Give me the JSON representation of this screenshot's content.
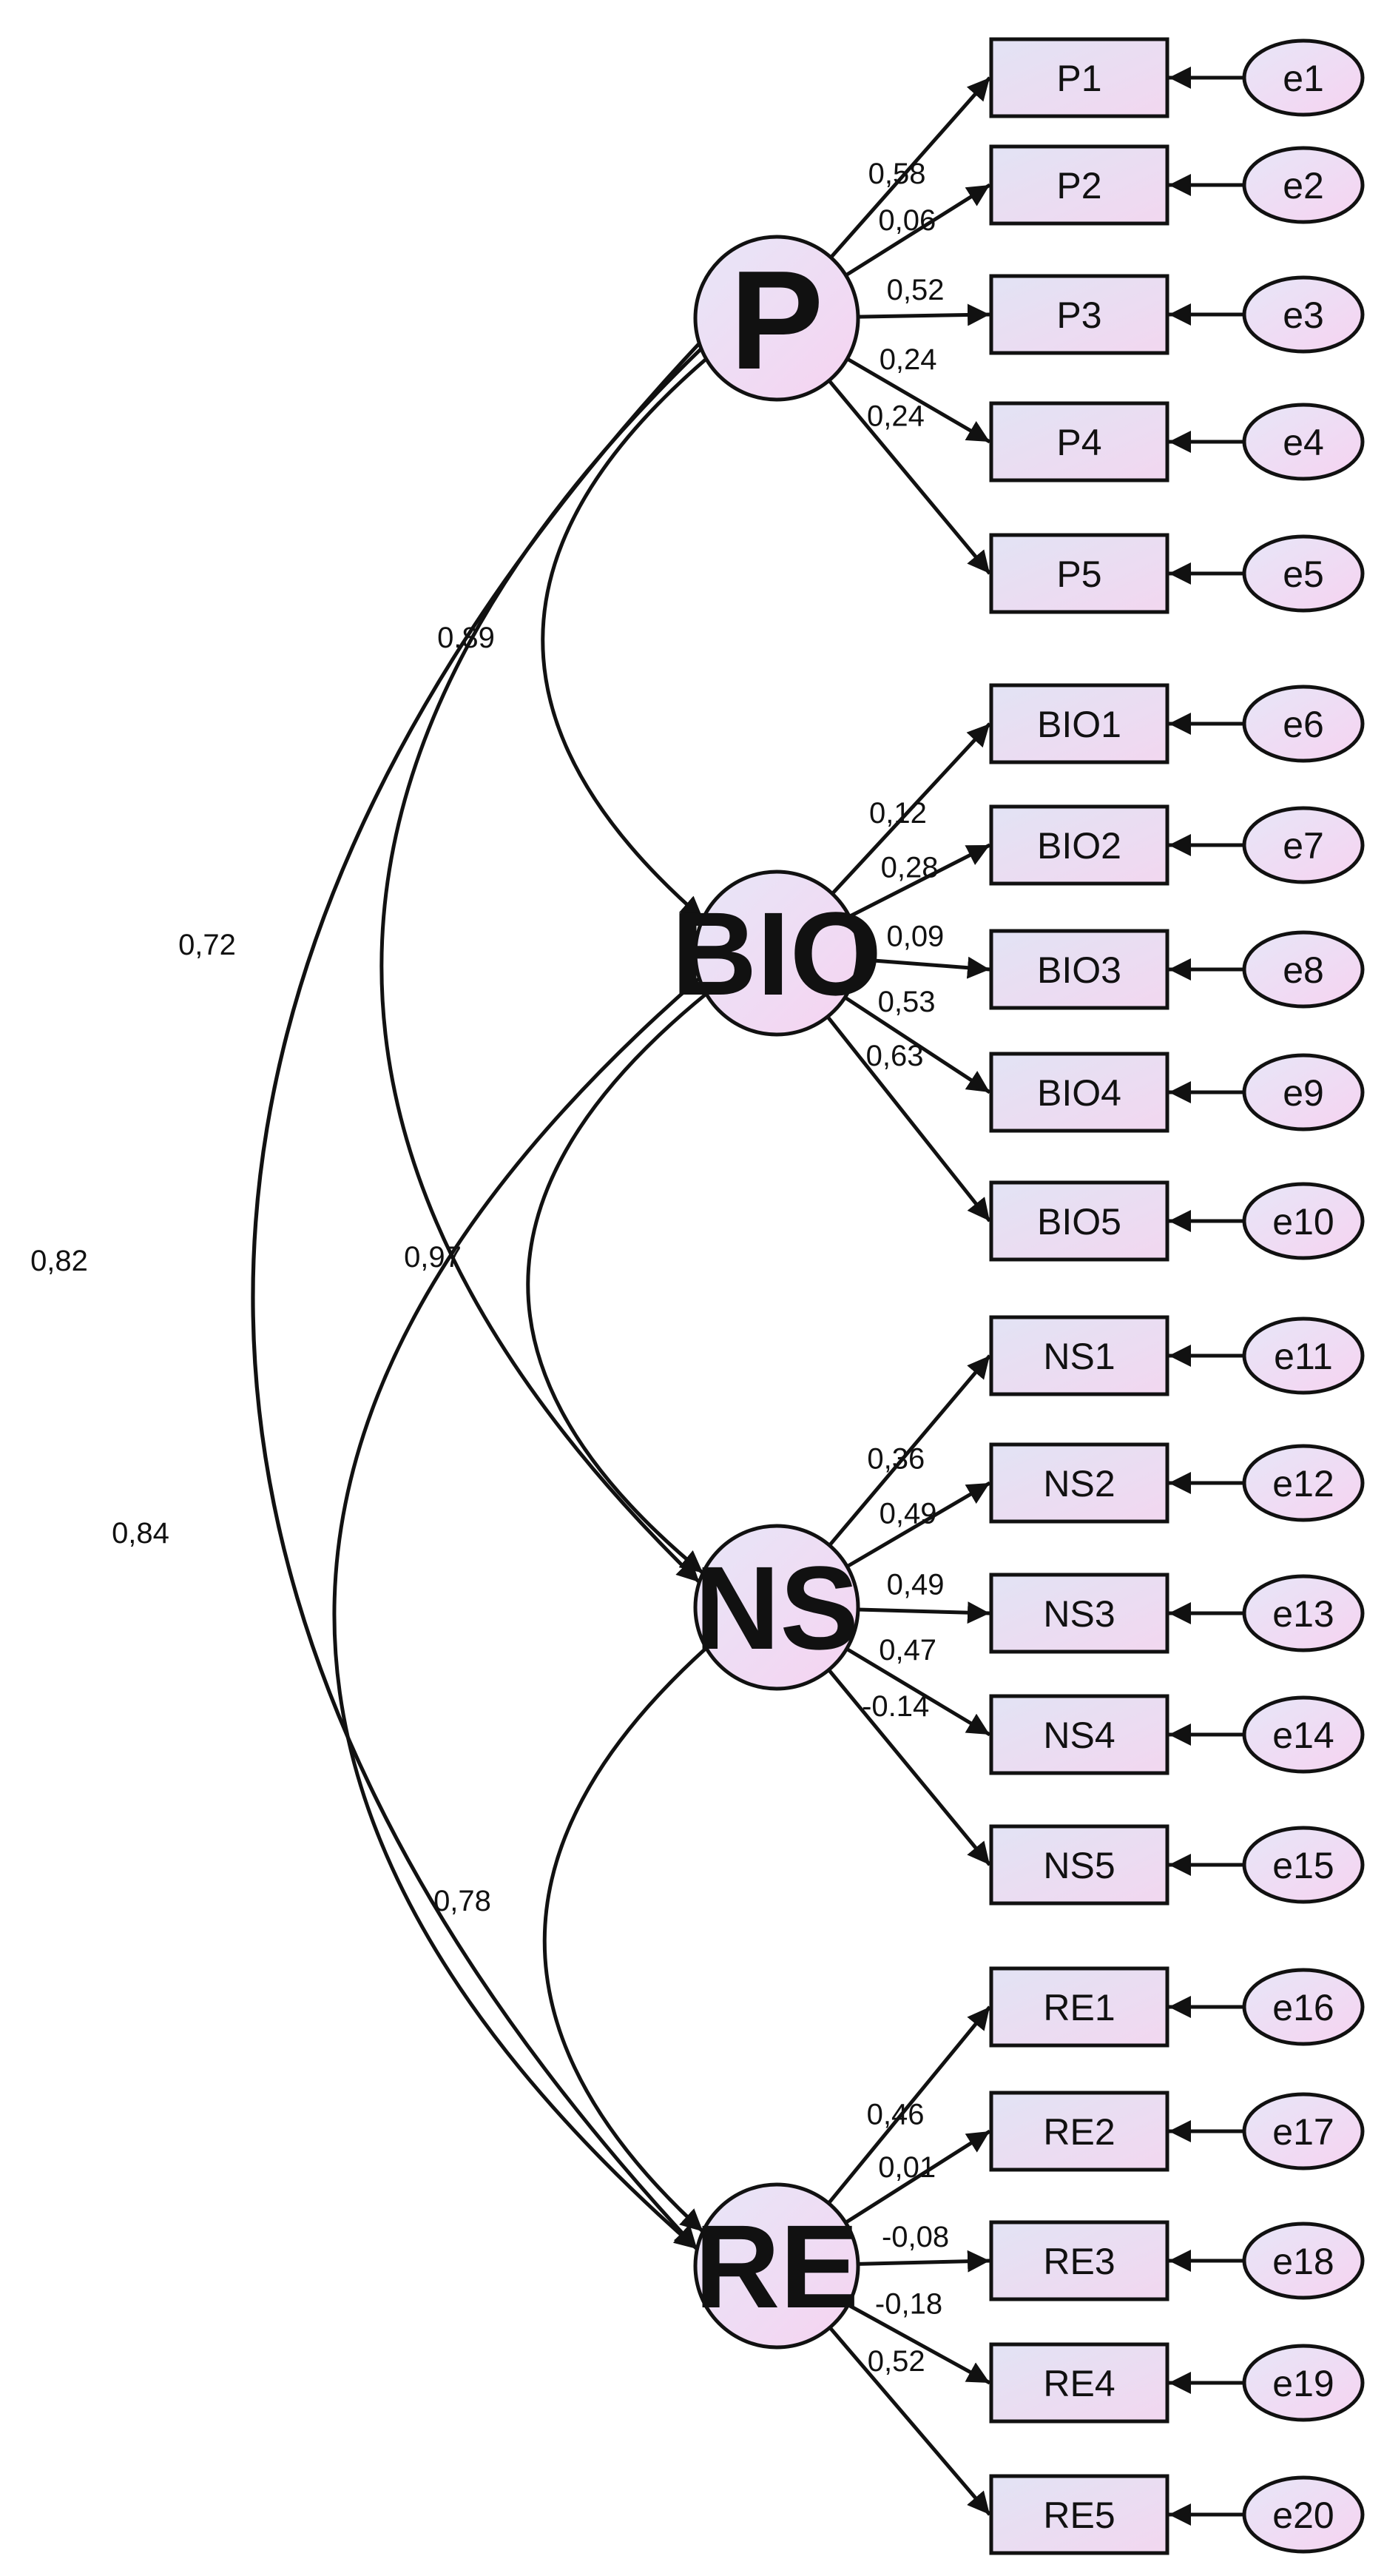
{
  "latents": [
    {
      "id": "P",
      "label": "P"
    },
    {
      "id": "BIO",
      "label": "BIO"
    },
    {
      "id": "NS",
      "label": "NS"
    },
    {
      "id": "RE",
      "label": "RE"
    }
  ],
  "indicators": [
    {
      "label": "P1",
      "error": "e1",
      "loading": "0,58"
    },
    {
      "label": "P2",
      "error": "e2",
      "loading": "0,06"
    },
    {
      "label": "P3",
      "error": "e3",
      "loading": "0,52"
    },
    {
      "label": "P4",
      "error": "e4",
      "loading": "0,24"
    },
    {
      "label": "P5",
      "error": "e5",
      "loading": "0,24"
    },
    {
      "label": "BIO1",
      "error": "e6",
      "loading": "0,12"
    },
    {
      "label": "BIO2",
      "error": "e7",
      "loading": "0,28"
    },
    {
      "label": "BIO3",
      "error": "e8",
      "loading": "0,09"
    },
    {
      "label": "BIO4",
      "error": "e9",
      "loading": "0,53"
    },
    {
      "label": "BIO5",
      "error": "e10",
      "loading": "0,63"
    },
    {
      "label": "NS1",
      "error": "e11",
      "loading": "0,36"
    },
    {
      "label": "NS2",
      "error": "e12",
      "loading": "0,49"
    },
    {
      "label": "NS3",
      "error": "e13",
      "loading": "0,49"
    },
    {
      "label": "NS4",
      "error": "e14",
      "loading": "0,47"
    },
    {
      "label": "NS5",
      "error": "e15",
      "loading": "-0.14"
    },
    {
      "label": "RE1",
      "error": "e16",
      "loading": "0,46"
    },
    {
      "label": "RE2",
      "error": "e17",
      "loading": "0,01"
    },
    {
      "label": "RE3",
      "error": "e18",
      "loading": "-0,08"
    },
    {
      "label": "RE4",
      "error": "e19",
      "loading": "-0,18"
    },
    {
      "label": "RE5",
      "error": "e20",
      "loading": "0,52"
    }
  ],
  "correlations": [
    {
      "from": "P",
      "to": "BIO",
      "value": "0,89"
    },
    {
      "from": "BIO",
      "to": "NS",
      "value": "0,97"
    },
    {
      "from": "NS",
      "to": "RE",
      "value": "0,78"
    },
    {
      "from": "P",
      "to": "NS",
      "value": "0,72"
    },
    {
      "from": "P",
      "to": "RE",
      "value": "0,82"
    },
    {
      "from": "BIO",
      "to": "RE",
      "value": "0,84"
    }
  ],
  "colors": {
    "fill_light": "#ece6f8",
    "fill_pink": "#f5d6f2",
    "stroke": "#111111"
  }
}
